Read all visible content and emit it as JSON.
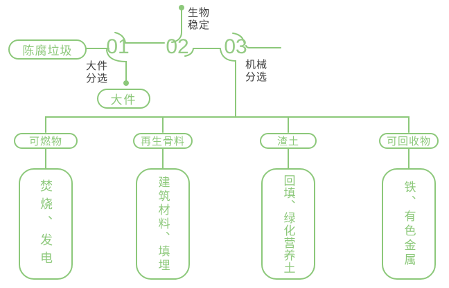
{
  "diagram": {
    "root_label": "陈腐垃圾",
    "stages": [
      {
        "number": "01",
        "label": "大件\n分选",
        "output": "大件"
      },
      {
        "number": "02",
        "label": "生物\n稳定"
      },
      {
        "number": "03",
        "label": "机械\n分选"
      }
    ],
    "branches": [
      {
        "category": "可燃物",
        "detail": "焚烧、发电"
      },
      {
        "category": "再生骨料",
        "detail": "建筑材料、填埋"
      },
      {
        "category": "渣土",
        "detail": "回填、绿化营养土"
      },
      {
        "category": "可回收物",
        "detail": "铁、有色金属"
      }
    ],
    "colors": {
      "line_green": "#8CC87A",
      "number_green": "#95CB85",
      "dark_text": "#3D3D3D"
    }
  }
}
